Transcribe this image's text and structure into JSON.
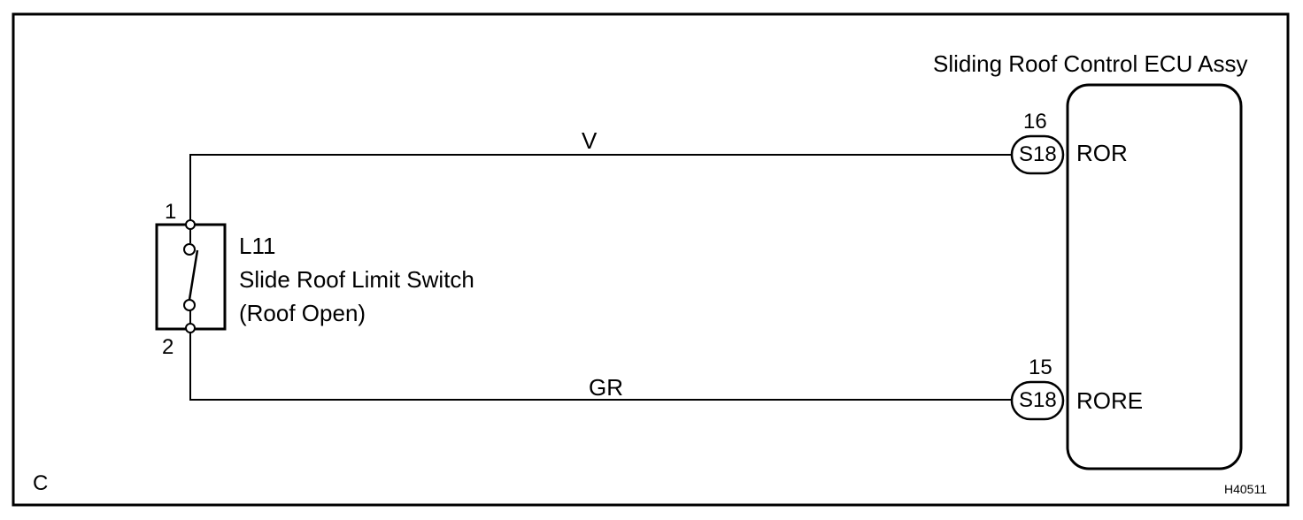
{
  "ecu": {
    "title": "Sliding Roof Control ECU Assy"
  },
  "wires": [
    {
      "color_code": "V",
      "pin": "16",
      "connector": "S18",
      "terminal": "ROR"
    },
    {
      "color_code": "GR",
      "pin": "15",
      "connector": "S18",
      "terminal": "RORE"
    }
  ],
  "switch": {
    "code": "L11",
    "name": "Slide Roof Limit Switch",
    "condition": "(Roof Open)",
    "pin_top": "1",
    "pin_bottom": "2"
  },
  "corner_label": "C",
  "figure_id": "H40511",
  "icons": [
    "switch-contact-icon",
    "connector-icon"
  ]
}
